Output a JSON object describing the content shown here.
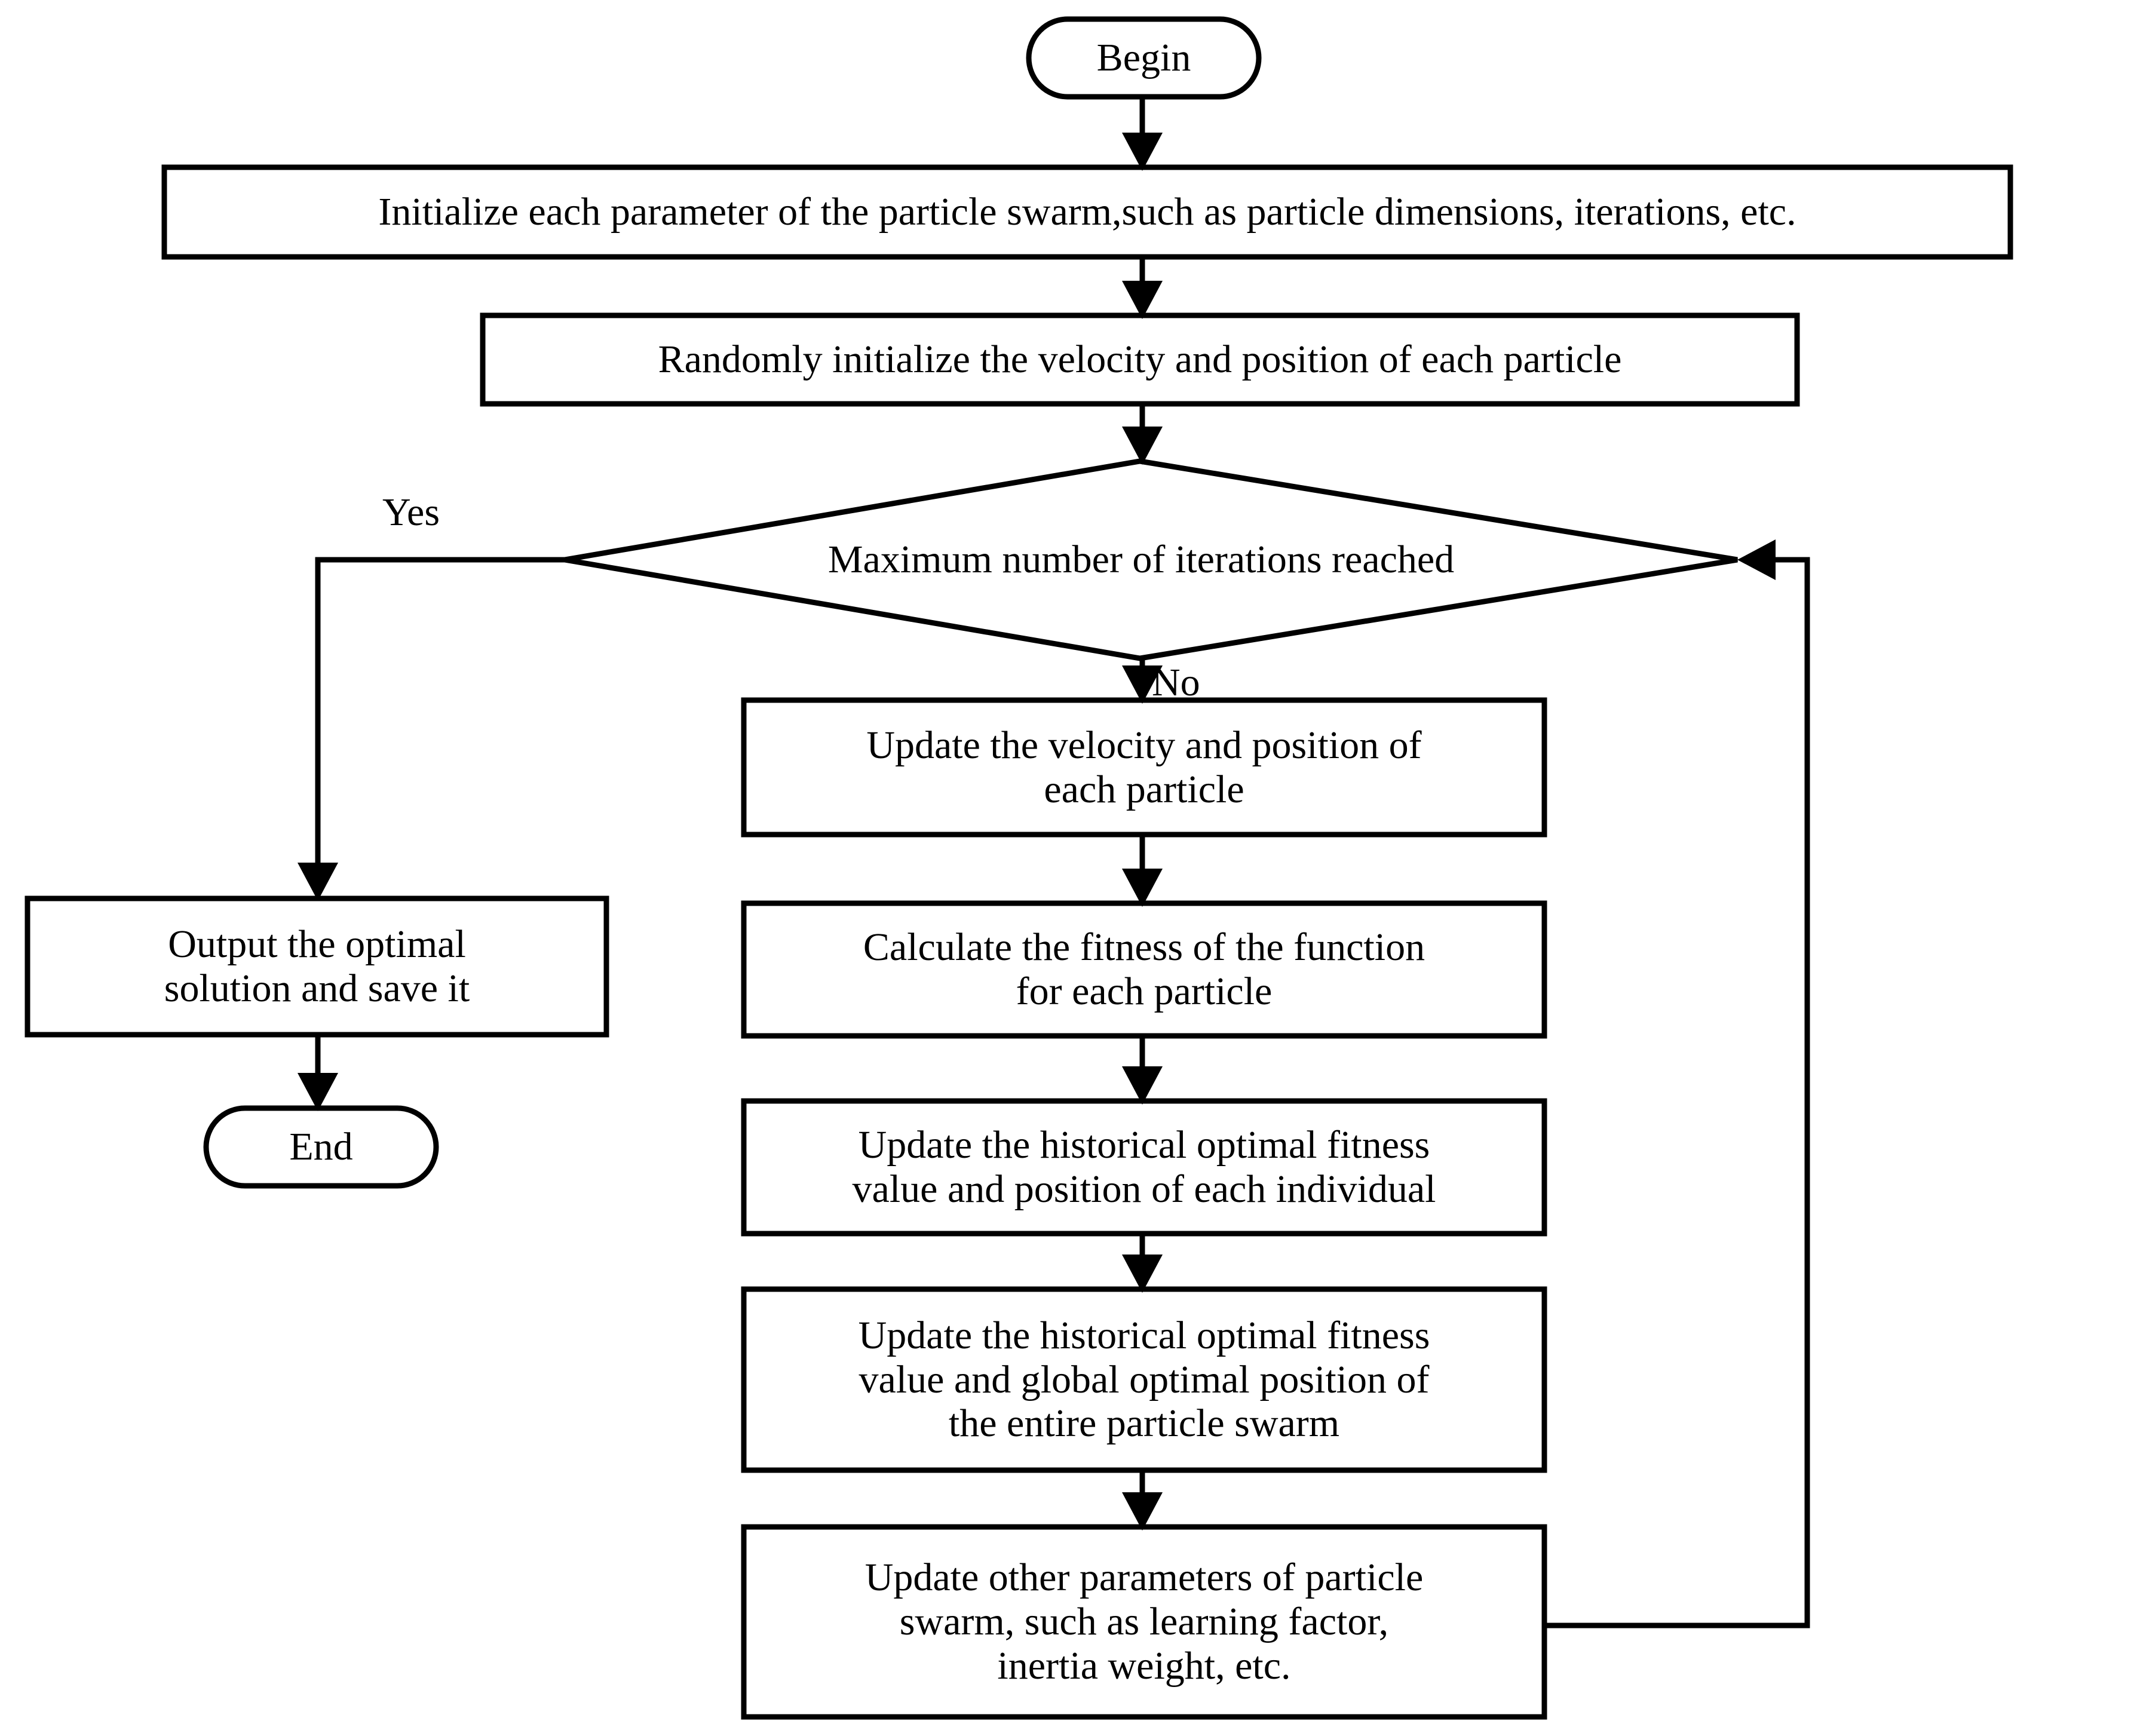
{
  "diagram": {
    "title": "Particle Swarm Optimization flowchart",
    "stroke_color": "#000000",
    "fill_color": "#ffffff",
    "background_color": "#ffffff"
  },
  "nodes": {
    "begin": {
      "label": "Begin",
      "shape": "terminator"
    },
    "init_params": {
      "label": "Initialize each parameter of the particle swarm,such as particle dimensions, iterations, etc.",
      "shape": "process"
    },
    "init_velocity": {
      "label": "Randomly initialize the velocity and position of each particle",
      "shape": "process"
    },
    "decision": {
      "label": "Maximum number of iterations reached",
      "shape": "decision"
    },
    "update_velocity": {
      "label": "Update the velocity and position of\neach particle",
      "shape": "process"
    },
    "calc_fitness": {
      "label": "Calculate the fitness of the function\nfor each particle",
      "shape": "process"
    },
    "update_individual": {
      "label": "Update the historical optimal fitness\nvalue and position of each individual",
      "shape": "process"
    },
    "update_global": {
      "label": "Update the historical optimal fitness\nvalue and global optimal position of\nthe entire particle swarm",
      "shape": "process"
    },
    "update_other": {
      "label": "Update other parameters of particle\nswarm, such as learning factor,\ninertia weight, etc.",
      "shape": "process"
    },
    "output": {
      "label": "Output the optimal\nsolution and save it",
      "shape": "process"
    },
    "end": {
      "label": "End",
      "shape": "terminator"
    }
  },
  "edge_labels": {
    "yes": "Yes",
    "no": "No"
  }
}
